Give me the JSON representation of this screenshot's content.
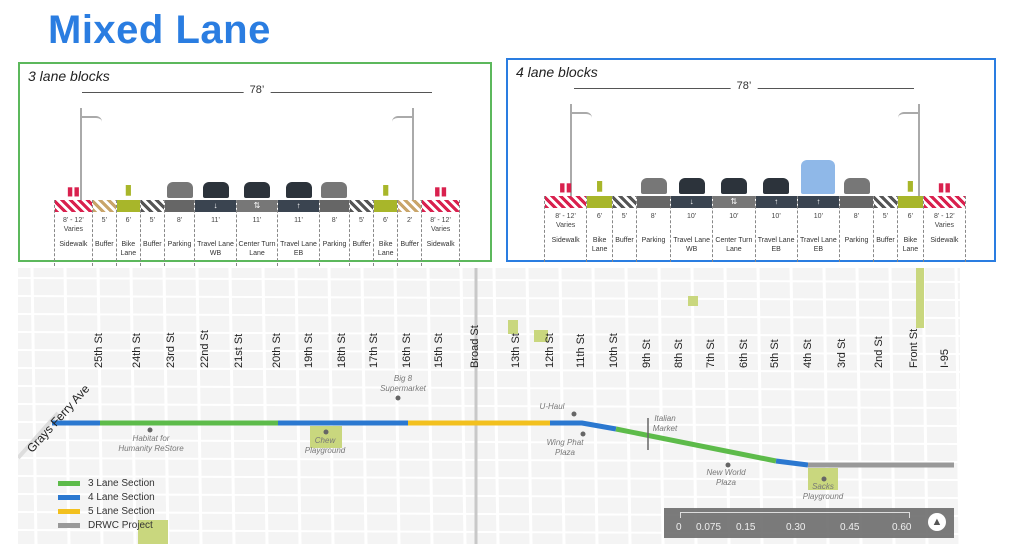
{
  "title": "Mixed Lane",
  "panels": [
    {
      "caption": "3 lane blocks",
      "total": "78’",
      "color": "#5cb85c",
      "lanes": [
        {
          "name": "Sidewalk",
          "ft": "8’ - 12’ Varies",
          "type": "sidewalk",
          "w": 10
        },
        {
          "name": "Buffer",
          "ft": "5’",
          "type": "buffer",
          "w": 5
        },
        {
          "name": "Bike Lane",
          "ft": "6’",
          "type": "bike",
          "w": 6
        },
        {
          "name": "Buffer",
          "ft": "5’",
          "type": "buffer2",
          "w": 5
        },
        {
          "name": "Parking",
          "ft": "8’",
          "type": "parking",
          "w": 8
        },
        {
          "name": "Travel Lane WB",
          "ft": "11’",
          "type": "travel",
          "w": 11,
          "arrow": "↓"
        },
        {
          "name": "Center Turn Lane",
          "ft": "11’",
          "type": "center",
          "w": 11,
          "arrow": "⇅"
        },
        {
          "name": "Travel Lane EB",
          "ft": "11’",
          "type": "travel",
          "w": 11,
          "arrow": "↑"
        },
        {
          "name": "Parking",
          "ft": "8’",
          "type": "parking",
          "w": 8
        },
        {
          "name": "Buffer",
          "ft": "5’",
          "type": "buffer2",
          "w": 5
        },
        {
          "name": "Bike Lane",
          "ft": "6’",
          "type": "bike",
          "w": 6
        },
        {
          "name": "Buffer",
          "ft": "2’",
          "type": "buffer",
          "w": 2
        },
        {
          "name": "Sidewalk",
          "ft": "8’ - 12’ Varies",
          "type": "sidewalk",
          "w": 10
        }
      ]
    },
    {
      "caption": "4 lane blocks",
      "total": "78’",
      "color": "#2a7de1",
      "lanes": [
        {
          "name": "Sidewalk",
          "ft": "8’ - 12’ Varies",
          "type": "sidewalk",
          "w": 10
        },
        {
          "name": "Bike Lane",
          "ft": "6’",
          "type": "bike",
          "w": 6
        },
        {
          "name": "Buffer",
          "ft": "5’",
          "type": "buffer2",
          "w": 5
        },
        {
          "name": "Parking",
          "ft": "8’",
          "type": "parking",
          "w": 8
        },
        {
          "name": "Travel Lane WB",
          "ft": "10’",
          "type": "travel",
          "w": 10,
          "arrow": "↓"
        },
        {
          "name": "Center Turn Lane",
          "ft": "10’",
          "type": "center",
          "w": 10,
          "arrow": "⇅"
        },
        {
          "name": "Travel Lane EB",
          "ft": "10’",
          "type": "travel",
          "w": 10,
          "arrow": "↑"
        },
        {
          "name": "Travel Lane EB",
          "ft": "10’",
          "type": "travel",
          "w": 10,
          "arrow": "↑"
        },
        {
          "name": "Parking",
          "ft": "8’",
          "type": "parking",
          "w": 8
        },
        {
          "name": "Buffer",
          "ft": "5’",
          "type": "buffer2",
          "w": 5
        },
        {
          "name": "Bike Lane",
          "ft": "6’",
          "type": "bike",
          "w": 6
        },
        {
          "name": "Sidewalk",
          "ft": "8’ - 12’ Varies",
          "type": "sidewalk",
          "w": 10
        }
      ]
    }
  ],
  "map": {
    "streets": [
      "25th St",
      "24th St",
      "23rd St",
      "22nd St",
      "21st St",
      "20th St",
      "19th St",
      "18th St",
      "17th St",
      "16th St",
      "15th St",
      "Broad St",
      "13th St",
      "12th St",
      "11th St",
      "10th St",
      "9th St",
      "8th St",
      "7th St",
      "6th St",
      "5th St",
      "4th St",
      "3rd St",
      "2nd St",
      "Front St",
      "I-95"
    ],
    "avenue": "Grays Ferry Ave",
    "pois": [
      "Big 8 Supermarket",
      "Habitat for Humanity ReStore",
      "Chew Playground",
      "U-Haul",
      "Wing Phat Plaza",
      "Italian Market",
      "New World Plaza",
      "Sacks Playground"
    ],
    "legend": [
      {
        "label": "3 Lane Section",
        "color": "#5dbb4a"
      },
      {
        "label": "4 Lane Section",
        "color": "#2b78d0"
      },
      {
        "label": "5 Lane Section",
        "color": "#f2c01e"
      },
      {
        "label": "DRWC Project",
        "color": "#999999"
      }
    ],
    "scale": [
      "0",
      "0.075",
      "0.15",
      "0.30",
      "0.45",
      "0.60"
    ]
  }
}
